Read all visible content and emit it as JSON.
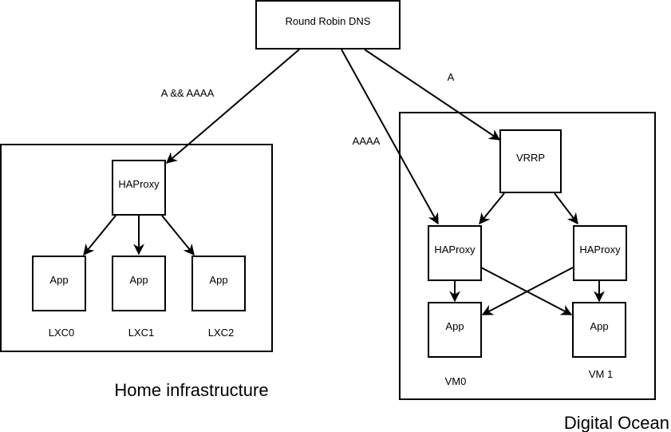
{
  "nodes": {
    "dns": "Round Robin DNS",
    "home_haproxy": "HAProxy",
    "home_app0": "App",
    "home_app1": "App",
    "home_app2": "App",
    "vrrp": "VRRP",
    "do_haproxy0": "HAProxy",
    "do_haproxy1": "HAProxy",
    "do_app0": "App",
    "do_app1": "App"
  },
  "labels": {
    "lxc0": "LXC0",
    "lxc1": "LXC1",
    "lxc2": "LXC2",
    "vm0": "VM0",
    "vm1": "VM 1"
  },
  "edge_labels": {
    "a_aaaa": "A && AAAA",
    "aaaa": "AAAA",
    "a": "A"
  },
  "groups": {
    "home": "Home infrastructure",
    "digital_ocean": "Digital Ocean"
  }
}
